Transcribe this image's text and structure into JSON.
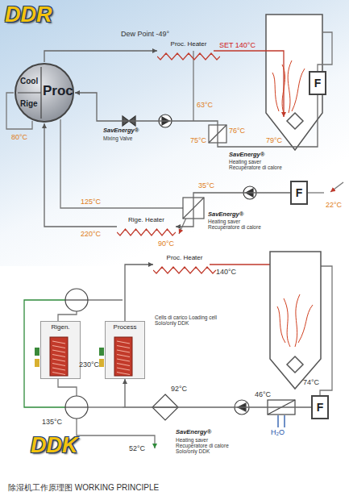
{
  "diagram": {
    "caption": "除湿机工作原理图 WORKING PRINCIPLE",
    "nodes": [
      {
        "text": [
          "Cool",
          "Proc",
          "Rige"
        ]
      },
      {
        "text": [
          "Proc. Heater"
        ]
      },
      {
        "text": [
          "F"
        ]
      },
      {
        "text": [
          "F"
        ]
      },
      {
        "text": [
          "Rige. Heater"
        ]
      },
      {
        "text": [
          "Proc. Heater"
        ]
      },
      {
        "text": [
          "Rigen."
        ]
      },
      {
        "text": [
          "Process"
        ]
      },
      {
        "text": [
          "F"
        ]
      }
    ],
    "edges": [
      {
        "from": 0,
        "to": 1,
        "arrow": "to"
      },
      {
        "from": 2,
        "to": 0,
        "arrow": "to"
      },
      {
        "from": 3,
        "to": 4,
        "arrow": "to"
      },
      {
        "from": 4,
        "to": 0,
        "arrow": "to"
      },
      {
        "from": 8,
        "to": 7,
        "arrow": "to"
      },
      {
        "from": 7,
        "to": 5,
        "arrow": "to"
      }
    ],
    "labels": [
      "DDR",
      "Dew Point -49°",
      "SET 140°C",
      "63°C",
      "SavEnergy®",
      "Mixing Valve",
      "80°C",
      "75°C",
      "76°C",
      "79°C",
      "SavEnergy®",
      "Heating saver Recuperatore di calore",
      "SavEnergy®",
      "Heating saver Recuperatore di calore",
      "22°C",
      "35°C",
      "125°C",
      "220°C",
      "90°C",
      "140°C",
      "Cells di carico Loading cell Solo/only DDK",
      "230°C",
      "74°C",
      "46°C",
      "H₂O",
      "135°C",
      "92°C",
      "52°C",
      "SavEnergy®",
      "Heating saver Recuperatore di calore Solo/only DDK",
      "DDK"
    ]
  }
}
